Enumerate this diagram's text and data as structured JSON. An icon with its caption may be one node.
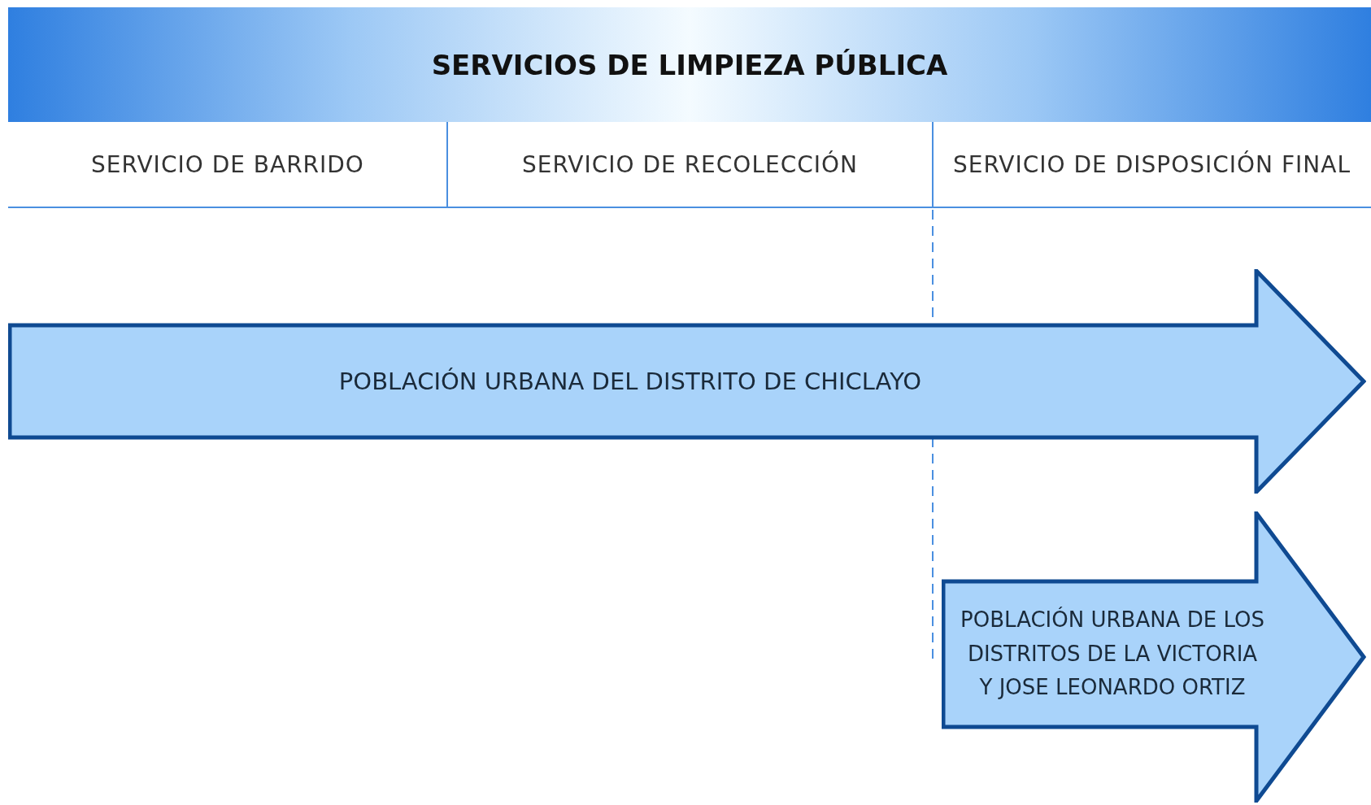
{
  "diagram": {
    "title": "SERVICIOS DE LIMPIEZA PÚBLICA",
    "nodes": [
      {
        "text": [
          "POBLACIÓN URBANA DEL DISTRITO DE CHICLAYO"
        ]
      },
      {
        "text": [
          "POBLACIÓN URBANA DE LOS DISTRITOS DE LA VICTORIA Y JOSE LEONARDO ORTIZ"
        ]
      }
    ],
    "labels": [
      "SERVICIO DE BARRIDO",
      "SERVICIO DE RECOLECCIÓN",
      "SERVICIO DE DISPOSICIÓN FINAL"
    ]
  }
}
